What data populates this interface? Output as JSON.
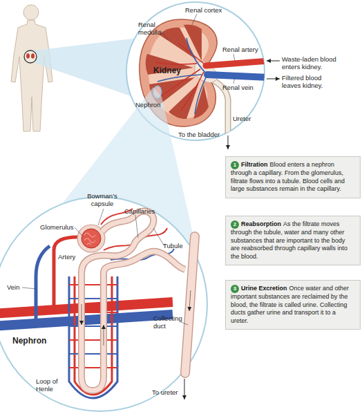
{
  "diagram": {
    "nodes": [
      {
        "text": [
          "1",
          "Filtration",
          "Blood enters a nephron through a capillary. From the glomerulus, filtrate flows into a tubule. Blood cells and large substances remain in the capillary."
        ]
      },
      {
        "text": [
          "2",
          "Reabsorption",
          "As the filtrate moves through the tubule, water and many other substances that are important to the body are reabsorbed through capillary walls into the blood."
        ]
      },
      {
        "text": [
          "3",
          "Urine Excretion",
          "Once water and other important substances are reclaimed by the blood, the filtrate is called urine. Collecting ducts gather urine and transport it to a ureter."
        ]
      }
    ],
    "labels": [
      "Renal cortex",
      "Renal medulla",
      "Renal artery",
      "Waste-laden blood enters kidney.",
      "Kidney",
      "Renal vein",
      "Filtered blood leaves kidney.",
      "Nephron",
      "Ureter",
      "To the bladder",
      "Bowman’s capsule",
      "Capillaries",
      "Glomerulus",
      "Tubule",
      "Artery",
      "Vein",
      "Collecting duct",
      "Nephron",
      "To ureter",
      "Loop of Henle"
    ]
  }
}
